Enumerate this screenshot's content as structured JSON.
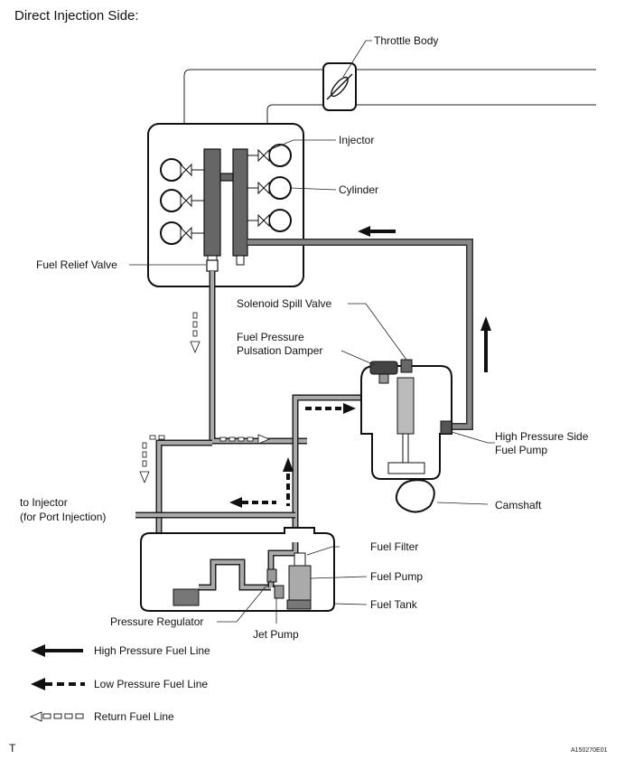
{
  "title": "Direct Injection Side:",
  "labels": {
    "throttle_body": "Throttle Body",
    "injector": "Injector",
    "cylinder": "Cylinder",
    "fuel_relief_valve": "Fuel Relief Valve",
    "solenoid_spill_valve": "Solenoid Spill Valve",
    "fuel_pressure_damper_line1": "Fuel Pressure",
    "fuel_pressure_damper_line2": "Pulsation Damper",
    "hp_pump_line1": "High Pressure Side",
    "hp_pump_line2": "Fuel Pump",
    "camshaft": "Camshaft",
    "to_injector_line1": "to Injector",
    "to_injector_line2": "(for Port Injection)",
    "fuel_filter": "Fuel Filter",
    "fuel_pump": "Fuel Pump",
    "fuel_tank": "Fuel Tank",
    "pressure_regulator": "Pressure Regulator",
    "jet_pump": "Jet Pump"
  },
  "legend": [
    {
      "type": "high",
      "label": "High Pressure Fuel Line"
    },
    {
      "type": "low",
      "label": "Low Pressure Fuel Line"
    },
    {
      "type": "return",
      "label": "Return Fuel Line"
    }
  ],
  "footer": {
    "left": "T",
    "code": "A150270E01"
  }
}
